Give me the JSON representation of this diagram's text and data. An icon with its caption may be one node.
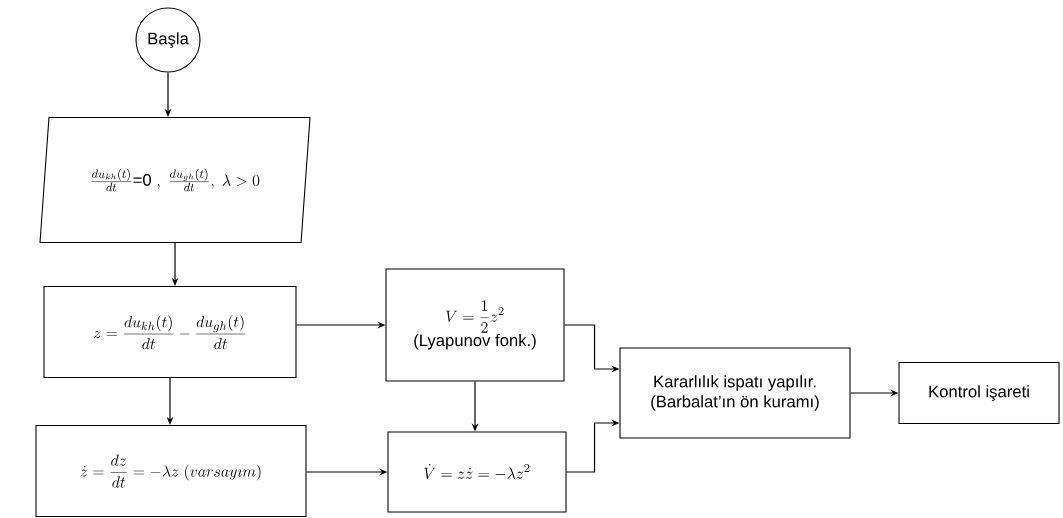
{
  "diagram": {
    "nodes": [
      {
        "text": [
          "Başla"
        ]
      },
      {
        "text": [
          "\\frac{du_{kh}(t)}{dt}\\textrm{=0 },\\ \\frac{du_{gh}(t)}{dt},\\ \\lambda > 0"
        ]
      },
      {
        "text": [
          "z=\\frac{du_{kh}(t)}{dt}-\\frac{du_{gh}(t)}{dt}"
        ]
      },
      {
        "text": [
          "V=\\frac{1}{2}z^{2}",
          "(Lyapunov fonk.)"
        ]
      },
      {
        "text": [
          "Kararlılık ispatı yapılır.",
          "(Barbalat’ın ön kuramı)"
        ]
      },
      {
        "text": [
          "Kontrol işareti"
        ]
      },
      {
        "text": [
          "\\dot{z}=\\frac{dz}{dt}=-\\lambda z\\ (varsay\\imath m)"
        ]
      },
      {
        "text": [
          "\\dot{V}=z\\dot{z}=-\\lambda z^{2}"
        ]
      }
    ],
    "edges": [
      {
        "from": 0,
        "to": 1,
        "arrow": "to"
      },
      {
        "from": 1,
        "to": 2,
        "arrow": "to"
      },
      {
        "from": 2,
        "to": 3,
        "arrow": "to"
      },
      {
        "from": 2,
        "to": 6,
        "arrow": "to"
      },
      {
        "from": 3,
        "to": 7,
        "arrow": "to"
      },
      {
        "from": 6,
        "to": 7,
        "arrow": "to"
      },
      {
        "from": 3,
        "to": 4,
        "arrow": "to"
      },
      {
        "from": 7,
        "to": 4,
        "arrow": "to"
      },
      {
        "from": 4,
        "to": 5,
        "arrow": "to"
      }
    ]
  }
}
